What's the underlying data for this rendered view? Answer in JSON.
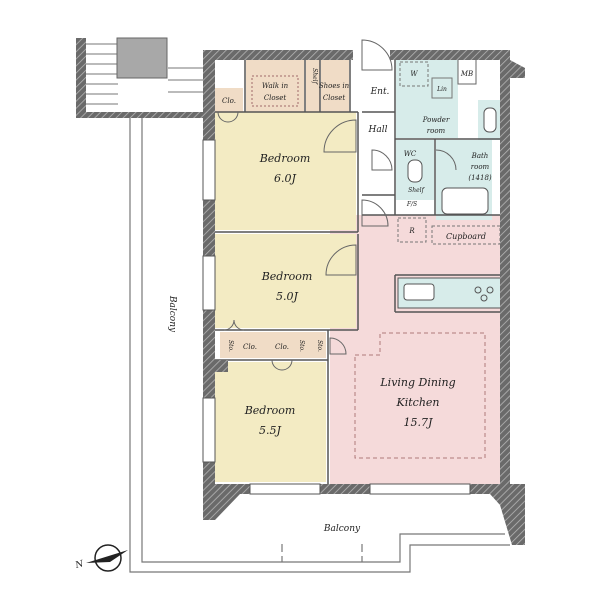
{
  "rooms": {
    "bedroom_a": {
      "name": "Bedroom",
      "size": "6.0J"
    },
    "bedroom_b": {
      "name": "Bedroom",
      "size": "5.0J"
    },
    "bedroom_c": {
      "name": "Bedroom",
      "size": "5.5J"
    },
    "ldk": {
      "line1": "Living Dining",
      "line2": "Kitchen",
      "size": "15.7J"
    },
    "walk_in_closet": {
      "line1": "Walk in",
      "line2": "Closet"
    },
    "shoes_in_closet": {
      "line1": "Shoes in",
      "line2": "Closet"
    },
    "powder_room": {
      "line1": "Powder",
      "line2": "room"
    },
    "bath_room": {
      "line1": "Bath",
      "line2": "room",
      "line3": "(1418)"
    }
  },
  "labels": {
    "entrance": "Ent.",
    "hall": "Hall",
    "wc": "WC",
    "mb": "MB",
    "washer": "W",
    "linen": "Lin",
    "shelf_wc": "Shelf",
    "shelf_hall": "Shelf",
    "fs": "F/S",
    "refrigerator": "R",
    "cupboard": "Cupboard",
    "closet_top": "Clo.",
    "closet_mid": "Clo.",
    "closet_mid2": "Clo.",
    "storage_1": "Sto.",
    "storage_2": "Sto.",
    "storage_3": "Sto.",
    "balcony_side": "Balcony",
    "balcony_bottom": "Balcony",
    "north": "N"
  },
  "colors": {
    "wall": "#5a5a5a",
    "wall_hatch": "#9a9a9a",
    "bedroom": "#f3ebc3",
    "ldk": "#f5dada",
    "wet": "#d7ecea",
    "closet": "#f0dcc6",
    "floor": "#ffffff"
  }
}
